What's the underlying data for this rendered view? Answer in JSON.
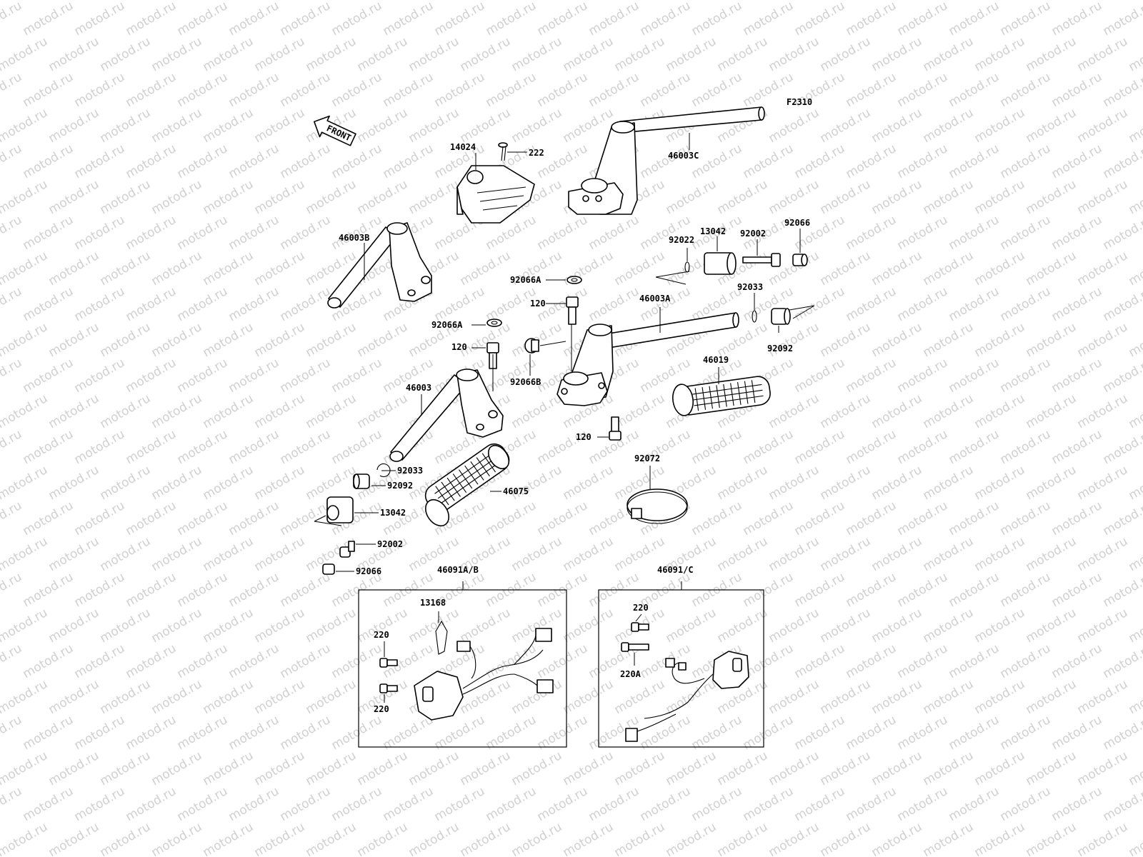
{
  "watermark": "motod.ru",
  "figure_code": "F2310",
  "front_label": "FRONT",
  "labels": {
    "l14024": "14024",
    "l222": "222",
    "l46003C": "46003C",
    "l46003B": "46003B",
    "l92022": "92022",
    "l13042a": "13042",
    "l92002a": "92002",
    "l92066a": "92066",
    "l92066A1": "92066A",
    "l120a": "120",
    "l46003A": "46003A",
    "l92033a": "92033",
    "l92066A2": "92066A",
    "l120b": "120",
    "l92092a": "92092",
    "l92066B": "92066B",
    "l46019": "46019",
    "l46003": "46003",
    "l120c": "120",
    "l92072": "92072",
    "l92033b": "92033",
    "l92092b": "92092",
    "l46075": "46075",
    "l13042b": "13042",
    "l92002b": "92002",
    "l92066b": "92066",
    "l46091AB": "46091A/B",
    "l13168": "13168",
    "l220a": "220",
    "l220b": "220",
    "l46091C": "46091/C",
    "l220c": "220",
    "l220A": "220A"
  }
}
